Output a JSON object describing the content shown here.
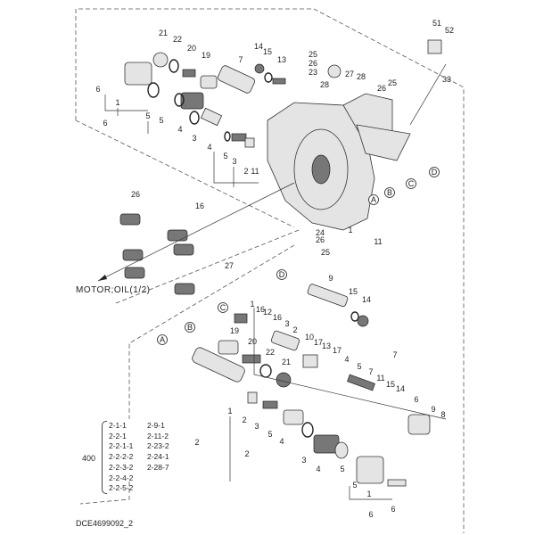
{
  "diagram": {
    "direction_label": "MOTOR;OIL(1/2)",
    "drawing_id": "DCE4699092_2",
    "callouts": [
      "21",
      "22",
      "20",
      "19",
      "7",
      "14",
      "15",
      "13",
      "25",
      "26",
      "23",
      "27",
      "28",
      "28",
      "26",
      "25",
      "51",
      "52",
      "33",
      "6",
      "6",
      "1",
      "5",
      "5",
      "4",
      "3",
      "4",
      "5",
      "3",
      "2",
      "11",
      "D",
      "C",
      "B",
      "A",
      "26",
      "16",
      "24",
      "26",
      "11",
      "25",
      "27",
      "1",
      "D",
      "9",
      "15",
      "14",
      "C",
      "1",
      "16",
      "12",
      "16",
      "3",
      "2",
      "B",
      "19",
      "20",
      "22",
      "21",
      "10",
      "17",
      "13",
      "17",
      "4",
      "5",
      "7",
      "11",
      "15",
      "14",
      "7",
      "6",
      "9",
      "8",
      "A",
      "1",
      "2",
      "3",
      "5",
      "4",
      "2",
      "3",
      "4",
      "2",
      "5",
      "5",
      "1",
      "6",
      "6"
    ],
    "kit": {
      "number": "400",
      "col1": [
        "2-1-1",
        "2-2-1",
        "2-2-1-1",
        "2-2-2-2",
        "2-2-3-2",
        "2-2-4-2",
        "2-2-5-2"
      ],
      "col2": [
        "2-9-1",
        "2-11-2",
        "2-23-2",
        "2-24-1",
        "2-28-7"
      ]
    }
  }
}
